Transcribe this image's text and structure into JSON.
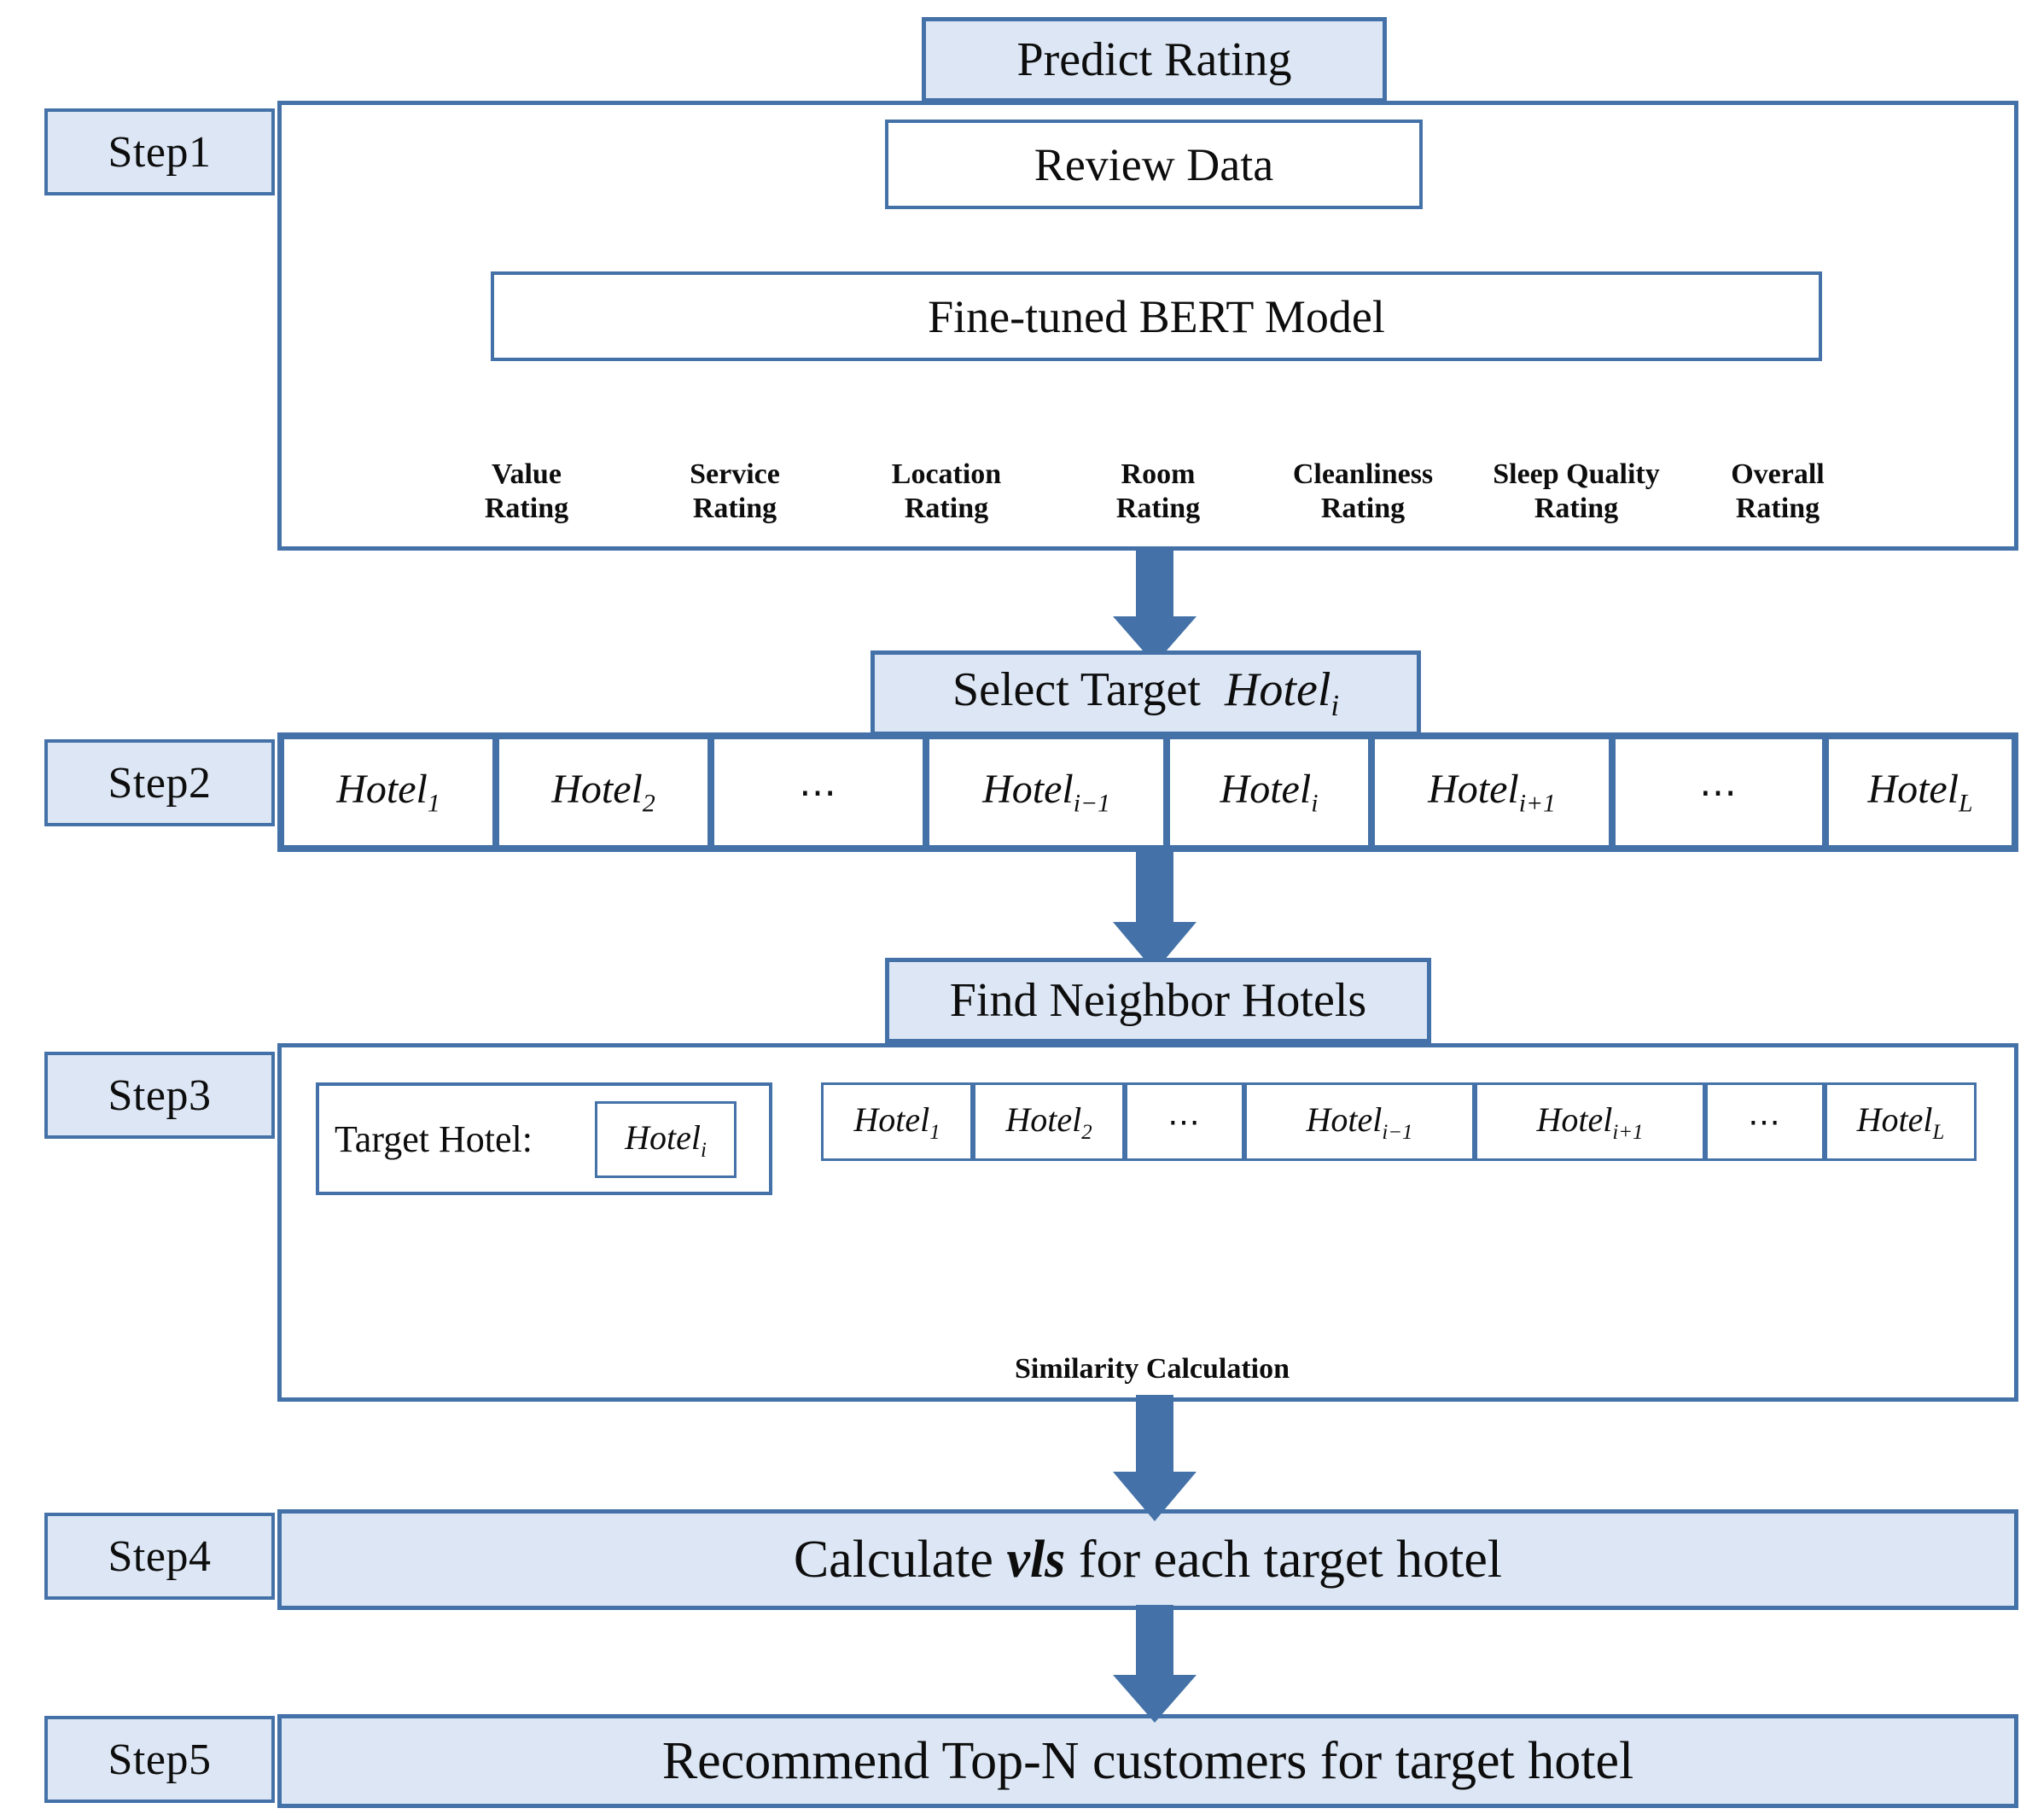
{
  "diagram": {
    "title_flow": "Hotel rating prediction and Top-N customer recommendation pipeline",
    "accent_color": "#4472a8",
    "fill_color": "#dce6f4",
    "line_color": "#3f6fb0"
  },
  "step1": {
    "tab": "Step1",
    "header": "Predict Rating",
    "review_box": "Review Data",
    "model_box": "Fine-tuned BERT Model",
    "ratings": [
      {
        "line1": "Value",
        "line2": "Rating"
      },
      {
        "line1": "Service",
        "line2": "Rating"
      },
      {
        "line1": "Location",
        "line2": "Rating"
      },
      {
        "line1": "Room",
        "line2": "Rating"
      },
      {
        "line1": "Cleanliness",
        "line2": "Rating"
      },
      {
        "line1": "Sleep Quality",
        "line2": "Rating"
      },
      {
        "line1": "Overall",
        "line2": "Rating"
      }
    ]
  },
  "step2": {
    "tab": "Step2",
    "header_prefix": "Select Target",
    "header_hotel": "Hotel",
    "header_hotel_sub": "i",
    "cells": [
      {
        "name": "Hotel",
        "sub": "1"
      },
      {
        "name": "Hotel",
        "sub": "2"
      },
      {
        "name": "⋯",
        "sub": ""
      },
      {
        "name": "Hotel",
        "sub": "i−1"
      },
      {
        "name": "Hotel",
        "sub": "i"
      },
      {
        "name": "Hotel",
        "sub": "i+1"
      },
      {
        "name": "⋯",
        "sub": ""
      },
      {
        "name": "Hotel",
        "sub": "L"
      }
    ]
  },
  "step3": {
    "tab": "Step3",
    "header": "Find Neighbor Hotels",
    "target_label": "Target Hotel:",
    "target_hotel": {
      "name": "Hotel",
      "sub": "i"
    },
    "neighbor_cells": [
      {
        "name": "Hotel",
        "sub": "1"
      },
      {
        "name": "Hotel",
        "sub": "2"
      },
      {
        "name": "⋯",
        "sub": ""
      },
      {
        "name": "Hotel",
        "sub": "i−1"
      },
      {
        "name": "Hotel",
        "sub": "i+1"
      },
      {
        "name": "⋯",
        "sub": ""
      },
      {
        "name": "Hotel",
        "sub": "L"
      }
    ],
    "similarity_label": "Similarity Calculation"
  },
  "step4": {
    "tab": "Step4",
    "text_before": "Calculate ",
    "text_em": "vls",
    "text_after": " for each target hotel"
  },
  "step5": {
    "tab": "Step5",
    "text": "Recommend Top-N  customers for target hotel"
  }
}
